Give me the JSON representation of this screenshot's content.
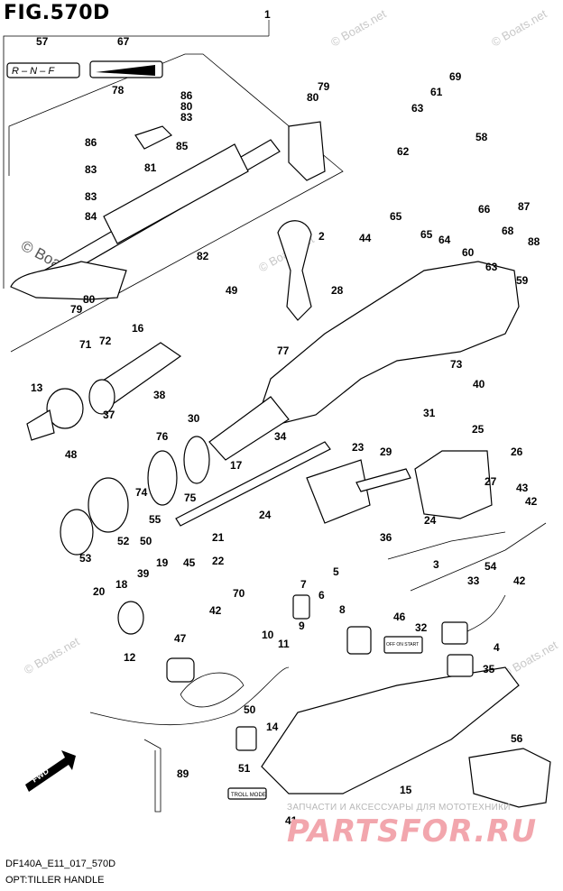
{
  "figure_title": "FIG.570D",
  "footer_model": "DF140A_E11_017_570D",
  "footer_caption": "OPT:TILLER HANDLE",
  "shift_decal_text": "R – N – F",
  "switch_panel_text": "OFF ON START",
  "troll_mode_text": "TROLL MODE",
  "fwd_text": "FWD",
  "watermark_small": "© Boats.net",
  "watermark_ru_text": "ЗАПЧАСТИ И АКСЕССУАРЫ ДЛЯ МОТОТЕХНИКИ",
  "watermark_brand": "PARTSFOR.RU",
  "part_labels": [
    {
      "id": "p1",
      "text": "1"
    },
    {
      "id": "p57",
      "text": "57"
    },
    {
      "id": "p67",
      "text": "67"
    },
    {
      "id": "p78",
      "text": "78"
    },
    {
      "id": "p86a",
      "text": "86"
    },
    {
      "id": "p80a",
      "text": "80"
    },
    {
      "id": "p83a",
      "text": "83"
    },
    {
      "id": "p86b",
      "text": "86"
    },
    {
      "id": "p85",
      "text": "85"
    },
    {
      "id": "p83b",
      "text": "83"
    },
    {
      "id": "p81",
      "text": "81"
    },
    {
      "id": "p83c",
      "text": "83"
    },
    {
      "id": "p84",
      "text": "84"
    },
    {
      "id": "p80b",
      "text": "80"
    },
    {
      "id": "p79a",
      "text": "79"
    },
    {
      "id": "p82",
      "text": "82"
    },
    {
      "id": "p79b",
      "text": "79"
    },
    {
      "id": "p80c",
      "text": "80"
    },
    {
      "id": "p69",
      "text": "69"
    },
    {
      "id": "p61",
      "text": "61"
    },
    {
      "id": "p63a",
      "text": "63"
    },
    {
      "id": "p58",
      "text": "58"
    },
    {
      "id": "p62",
      "text": "62"
    },
    {
      "id": "p65a",
      "text": "65"
    },
    {
      "id": "p65b",
      "text": "65"
    },
    {
      "id": "p64",
      "text": "64"
    },
    {
      "id": "p66",
      "text": "66"
    },
    {
      "id": "p87",
      "text": "87"
    },
    {
      "id": "p68",
      "text": "68"
    },
    {
      "id": "p60",
      "text": "60"
    },
    {
      "id": "p88",
      "text": "88"
    },
    {
      "id": "p63b",
      "text": "63"
    },
    {
      "id": "p59",
      "text": "59"
    },
    {
      "id": "p2",
      "text": "2"
    },
    {
      "id": "p44",
      "text": "44"
    },
    {
      "id": "p49",
      "text": "49"
    },
    {
      "id": "p28",
      "text": "28"
    },
    {
      "id": "p16",
      "text": "16"
    },
    {
      "id": "p71",
      "text": "71"
    },
    {
      "id": "p72",
      "text": "72"
    },
    {
      "id": "p77",
      "text": "77"
    },
    {
      "id": "p73",
      "text": "73"
    },
    {
      "id": "p40",
      "text": "40"
    },
    {
      "id": "p13",
      "text": "13"
    },
    {
      "id": "p38",
      "text": "38"
    },
    {
      "id": "p37",
      "text": "37"
    },
    {
      "id": "p31",
      "text": "31"
    },
    {
      "id": "p48",
      "text": "48"
    },
    {
      "id": "p30",
      "text": "30"
    },
    {
      "id": "p25",
      "text": "25"
    },
    {
      "id": "p76",
      "text": "76"
    },
    {
      "id": "p34",
      "text": "34"
    },
    {
      "id": "p23",
      "text": "23"
    },
    {
      "id": "p29",
      "text": "29"
    },
    {
      "id": "p26",
      "text": "26"
    },
    {
      "id": "p17",
      "text": "17"
    },
    {
      "id": "p74",
      "text": "74"
    },
    {
      "id": "p75",
      "text": "75"
    },
    {
      "id": "p27",
      "text": "27"
    },
    {
      "id": "p43",
      "text": "43"
    },
    {
      "id": "p42a",
      "text": "42"
    },
    {
      "id": "p55",
      "text": "55"
    },
    {
      "id": "p24a",
      "text": "24"
    },
    {
      "id": "p24b",
      "text": "24"
    },
    {
      "id": "p53",
      "text": "53"
    },
    {
      "id": "p52",
      "text": "52"
    },
    {
      "id": "p50a",
      "text": "50"
    },
    {
      "id": "p21",
      "text": "21"
    },
    {
      "id": "p36",
      "text": "36"
    },
    {
      "id": "p3",
      "text": "3"
    },
    {
      "id": "p39",
      "text": "39"
    },
    {
      "id": "p19",
      "text": "19"
    },
    {
      "id": "p22",
      "text": "22"
    },
    {
      "id": "p45",
      "text": "45"
    },
    {
      "id": "p7",
      "text": "7"
    },
    {
      "id": "p5",
      "text": "5"
    },
    {
      "id": "p54",
      "text": "54"
    },
    {
      "id": "p33",
      "text": "33"
    },
    {
      "id": "p42b",
      "text": "42"
    },
    {
      "id": "p20",
      "text": "20"
    },
    {
      "id": "p18",
      "text": "18"
    },
    {
      "id": "p6",
      "text": "6"
    },
    {
      "id": "p8",
      "text": "8"
    },
    {
      "id": "p70",
      "text": "70"
    },
    {
      "id": "p42c",
      "text": "42"
    },
    {
      "id": "p9",
      "text": "9"
    },
    {
      "id": "p46",
      "text": "46"
    },
    {
      "id": "p32",
      "text": "32"
    },
    {
      "id": "p4",
      "text": "4"
    },
    {
      "id": "p12",
      "text": "12"
    },
    {
      "id": "p10",
      "text": "10"
    },
    {
      "id": "p11",
      "text": "11"
    },
    {
      "id": "p47",
      "text": "47"
    },
    {
      "id": "p35",
      "text": "35"
    },
    {
      "id": "p50b",
      "text": "50"
    },
    {
      "id": "p14",
      "text": "14"
    },
    {
      "id": "p89",
      "text": "89"
    },
    {
      "id": "p56",
      "text": "56"
    },
    {
      "id": "p51",
      "text": "51"
    },
    {
      "id": "p15",
      "text": "15"
    },
    {
      "id": "p41",
      "text": "41"
    }
  ]
}
